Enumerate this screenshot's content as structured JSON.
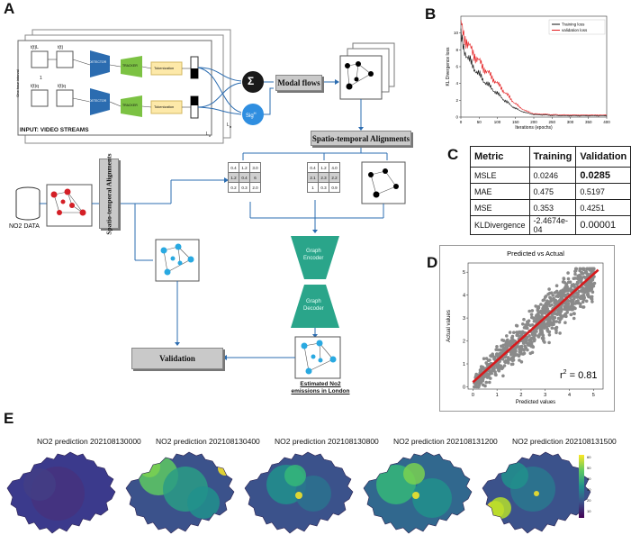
{
  "panels": {
    "a": "A",
    "b": "B",
    "c": "C",
    "d": "D",
    "e": "E"
  },
  "panel_a": {
    "input_label": "INPUT: VIDEO STREAMS",
    "stream_frame_labels": [
      "t(t)L",
      "t(t)",
      "t(t)q",
      "t(t)q"
    ],
    "one_hour_interval": "One hour interval",
    "detector": "DETECTOR",
    "tracker": "TRACKER",
    "tokenization": "Tokenization",
    "one": "1",
    "sum_symbol": "Σ",
    "sig_symbol": "Sig",
    "sig_sup": "H",
    "l_labels": [
      "L",
      "L"
    ],
    "l_subs": [
      "H",
      "M"
    ],
    "modal_flows": "Modal flows",
    "spatio_temporal_top": "Spatio-temporal Alignments",
    "spatio_temporal_side": "Spatio-temporal Alignments",
    "no2_data": "NO2 DATA",
    "graph_encoder": [
      "Graph",
      "Encoder"
    ],
    "graph_decoder": [
      "Graph",
      "Decoder"
    ],
    "validation": "Validation",
    "estimated_label": [
      "Estimated No2",
      "emissions in London"
    ],
    "matrix1": [
      [
        "0.4",
        "1.2",
        "3.0"
      ],
      [
        "1.2",
        "0.4",
        "6"
      ],
      [
        "0.2",
        "0.3",
        "2.0"
      ]
    ],
    "matrix2": [
      [
        "0.4",
        "1.2",
        "4.0"
      ],
      [
        "2.1",
        "2.3",
        "2.2"
      ],
      [
        "1",
        "0.3",
        "0.9"
      ]
    ]
  },
  "panel_b": {
    "chart_data": {
      "type": "line",
      "xlabel": "Iterations (epochs)",
      "ylabel": "KL Divergence loss",
      "xlim": [
        0,
        400
      ],
      "ylim": [
        0,
        12
      ],
      "xticks": [
        "0",
        "50",
        "100",
        "150",
        "200",
        "250",
        "300",
        "350",
        "400"
      ],
      "yticks": [
        "0",
        "2",
        "4",
        "6",
        "8",
        "10"
      ],
      "legend_position": "top-right",
      "series": [
        {
          "name": "Training loss",
          "color": "#111111",
          "x": [
            0,
            10,
            20,
            40,
            60,
            80,
            100,
            120,
            140,
            160,
            180,
            200,
            250,
            300,
            350,
            400
          ],
          "values": [
            9.5,
            8.0,
            7.0,
            5.6,
            4.5,
            3.6,
            2.8,
            2.0,
            1.3,
            0.8,
            0.5,
            0.3,
            0.2,
            0.15,
            0.15,
            0.15
          ]
        },
        {
          "name": "validation loss",
          "color": "#e31a1c",
          "x": [
            0,
            10,
            20,
            40,
            60,
            80,
            100,
            120,
            140,
            160,
            180,
            200,
            250,
            300,
            350,
            400
          ],
          "values": [
            11.0,
            9.6,
            8.6,
            7.2,
            6.0,
            5.0,
            4.0,
            3.0,
            2.0,
            1.2,
            0.7,
            0.4,
            0.3,
            0.25,
            0.25,
            0.25
          ]
        }
      ]
    }
  },
  "panel_c": {
    "headers": [
      "Metric",
      "Training",
      "Validation"
    ],
    "rows": [
      [
        "MSLE",
        "0.0246",
        "0.0285"
      ],
      [
        "MAE",
        "0.475",
        "0.5197"
      ],
      [
        "MSE",
        "0.353",
        "0.4251"
      ],
      [
        "KLDivergence",
        "-2.4674e-04",
        "0.00001"
      ]
    ]
  },
  "panel_d": {
    "chart_data": {
      "type": "scatter",
      "title": "Predicted vs Actual",
      "xlabel": "Predicted values",
      "ylabel": "Actual values",
      "xlim": [
        -0.2,
        5.4
      ],
      "ylim": [
        -0.1,
        5.4
      ],
      "xticks": [
        "0",
        "1",
        "2",
        "3",
        "4",
        "5"
      ],
      "yticks": [
        "0",
        "1",
        "2",
        "3",
        "4",
        "5"
      ],
      "fit_line": {
        "x": [
          0.0,
          5.2
        ],
        "y": [
          0.2,
          5.1
        ],
        "color": "#d7191c"
      },
      "annotation": "r",
      "annotation_sup": "2",
      "annotation_value": "= 0.81"
    }
  },
  "panel_e": {
    "titles": [
      "NO2 prediction 202108130000",
      "NO2 prediction 202108130400",
      "NO2 prediction 202108130800",
      "NO2 prediction 202108131200",
      "NO2 prediction 202108131500"
    ],
    "colorbar_ticks": [
      "60",
      "50",
      "40",
      "30",
      "20",
      "10"
    ]
  }
}
